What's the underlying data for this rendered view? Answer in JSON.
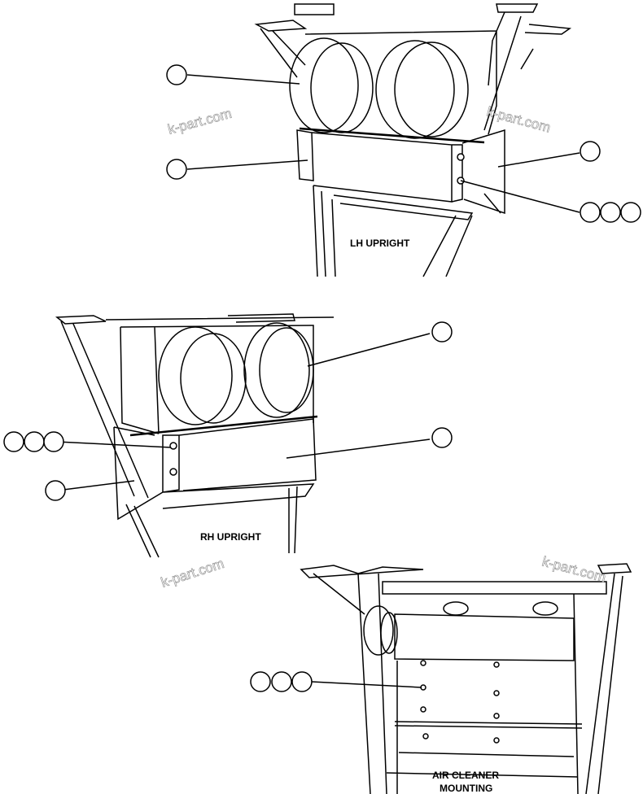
{
  "views": {
    "lh": {
      "label": "LH UPRIGHT"
    },
    "rh": {
      "label": "RH UPRIGHT"
    },
    "air_cleaner": {
      "label_line1": "AIR CLEANER",
      "label_line2": "MOUNTING"
    }
  },
  "watermark": "k-part.com"
}
